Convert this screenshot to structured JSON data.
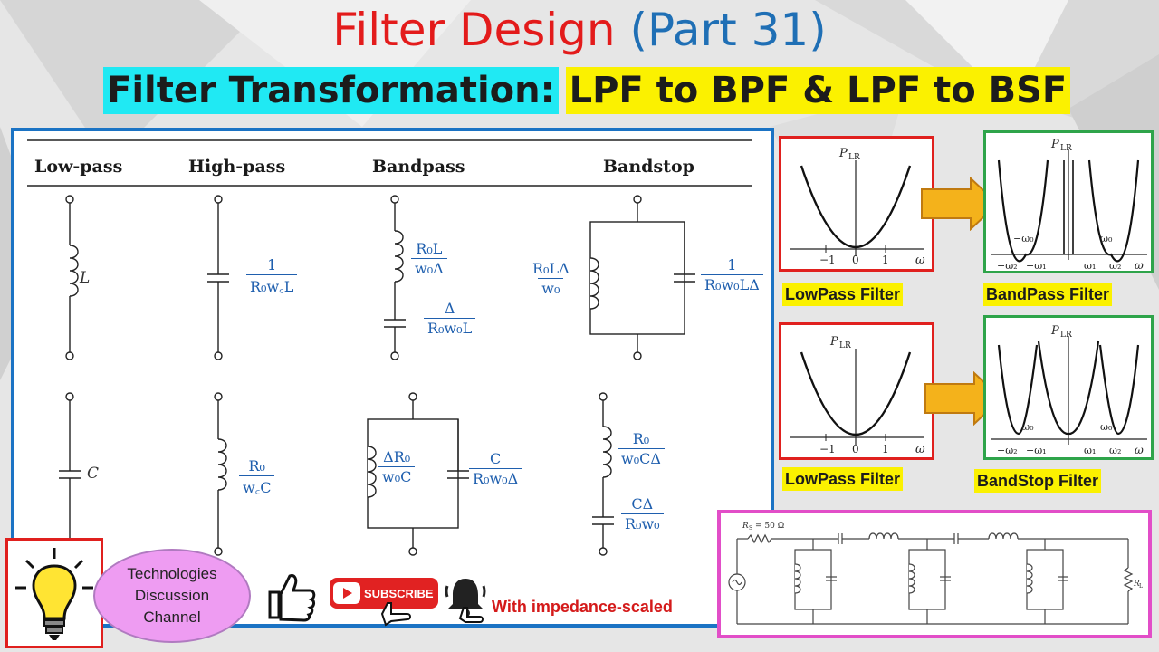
{
  "header": {
    "title_main": "Filter Design",
    "title_part": "(Part 31)",
    "subtitle_left": "Filter Transformation:",
    "subtitle_right": "LPF to BPF & LPF to BSF"
  },
  "table": {
    "columns": [
      "Low-pass",
      "High-pass",
      "Bandpass",
      "Bandstop"
    ],
    "row1": {
      "lowpass_label": "L",
      "highpass": {
        "num": "1",
        "den": "R₀w꜀L"
      },
      "bandpass_L": {
        "num": "R₀L",
        "den": "w₀Δ"
      },
      "bandpass_C": {
        "num": "Δ",
        "den": "R₀w₀L"
      },
      "bandstop_L": {
        "num": "R₀LΔ",
        "den": "w₀"
      },
      "bandstop_C": {
        "num": "1",
        "den": "R₀w₀LΔ"
      }
    },
    "row2": {
      "lowpass_label": "C",
      "highpass": {
        "num": "R₀",
        "den": "w꜀C"
      },
      "bandpass_L": {
        "num": "ΔR₀",
        "den": "w₀C"
      },
      "bandpass_C": {
        "num": "C",
        "den": "R₀w₀Δ"
      },
      "bandstop_L": {
        "num": "R₀",
        "den": "w₀CΔ"
      },
      "bandstop_C": {
        "num": "CΔ",
        "den": "R₀w₀"
      }
    }
  },
  "graphs": {
    "plr_label": "P",
    "plr_sub": "LR",
    "omega": "ω",
    "lp_ticks": [
      "−1",
      "0",
      "1"
    ],
    "bp_ticks": [
      "−ω₂",
      "−ω₁",
      "ω₁",
      "ω₂"
    ],
    "bp_centers": [
      "−ω₀",
      "ω₀"
    ],
    "labels": {
      "lowpass1": "LowPass Filter",
      "bandpass": "BandPass Filter",
      "lowpass2": "LowPass Filter",
      "bandstop": "BandStop Filter"
    }
  },
  "circuit": {
    "rs_label": "R",
    "rs_sub": "S",
    "rs_value": "= 50 Ω",
    "rl_label": "R",
    "rl_sub": "L"
  },
  "channel": {
    "line1": "Technologies",
    "line2": "Discussion",
    "line3": "Channel"
  },
  "subscribe_label": "SUBSCRIBE",
  "footer_text": "With impedance-scaled",
  "colors": {
    "title_red": "#e31b1b",
    "title_blue": "#1f6fb5",
    "cyan_highlight": "#20e9f3",
    "yellow_highlight": "#fbf100",
    "panel_border": "#1b73c4",
    "arrow_orange": "#f4b21b"
  },
  "icons": [
    "lightbulb-icon",
    "thumbs-up-icon",
    "play-icon",
    "bell-icon",
    "hand-cursor-icon"
  ]
}
